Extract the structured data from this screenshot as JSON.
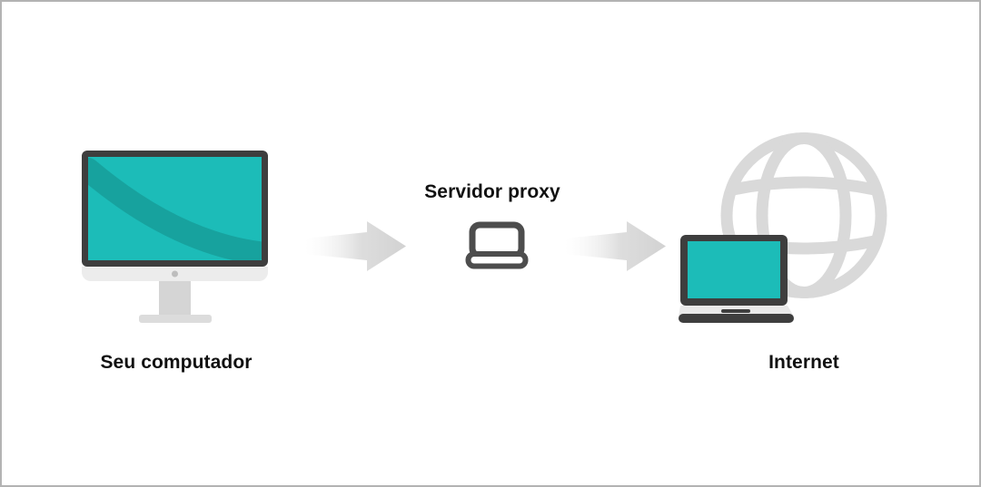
{
  "diagram": {
    "nodes": {
      "computer": {
        "label": "Seu computador",
        "icon": "desktop-computer-icon"
      },
      "proxy": {
        "label": "Servidor proxy",
        "icon": "laptop-outline-icon"
      },
      "internet": {
        "label": "Internet",
        "icon": "laptop-globe-icon"
      }
    },
    "connectors": [
      {
        "from": "computer",
        "to": "proxy",
        "icon": "arrow-right-icon"
      },
      {
        "from": "proxy",
        "to": "internet",
        "icon": "arrow-right-icon"
      }
    ],
    "colors": {
      "screen_teal": "#1cbcb8",
      "screen_teal_dark": "#17a29e",
      "device_dark": "#3e3e3e",
      "icon_outline": "#4d4d4d",
      "chin_gray": "#ececec",
      "stand_gray": "#d5d5d5",
      "base_gray": "#dcdcdc",
      "deck_gray": "#e9e9e9",
      "camera_gray": "#bdbdbd",
      "globe_gray": "#d9d9d9",
      "arrow_gray": "#d2d2d2",
      "arrow_fade": "#ffffff",
      "label_black": "#111111",
      "frame_border": "#b3b3b3",
      "background": "#ffffff"
    }
  }
}
